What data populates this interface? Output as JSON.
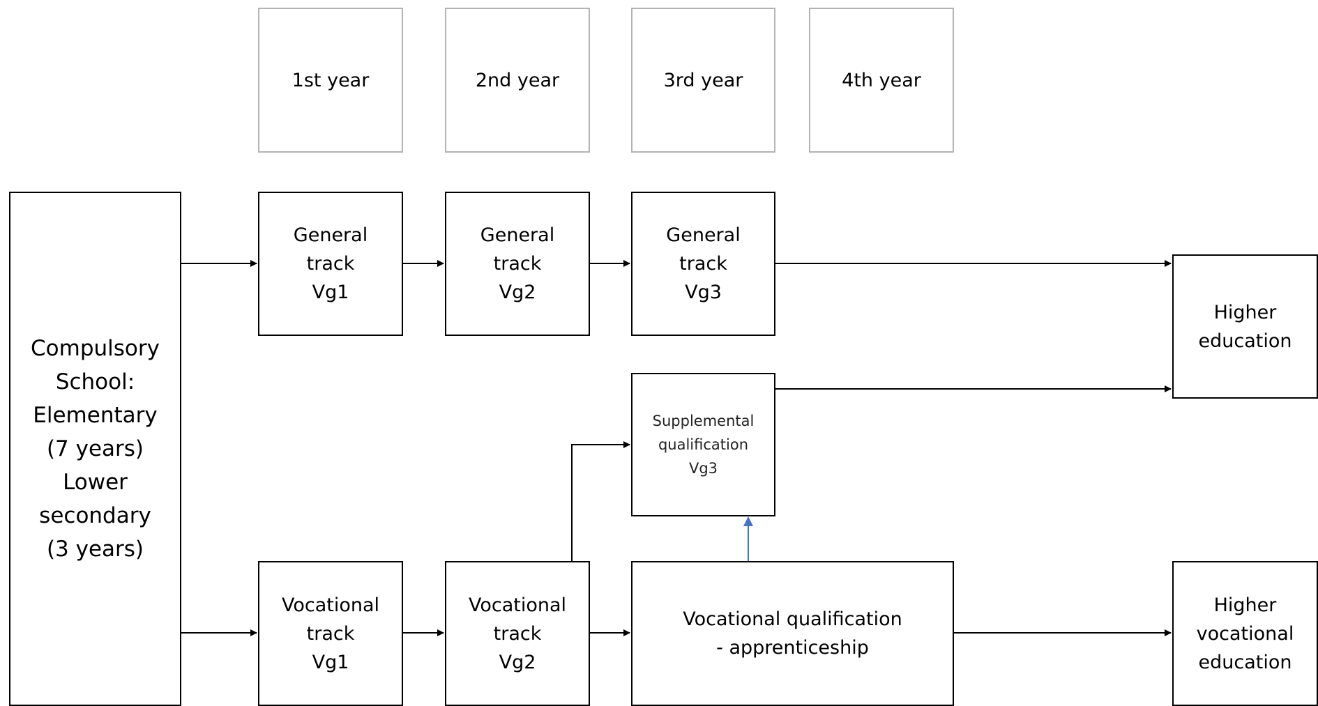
{
  "years": {
    "y1": "1st year",
    "y2": "2nd year",
    "y3": "3rd year",
    "y4": "4th year"
  },
  "nodes": {
    "compulsory": "Compulsory\nSchool:\nElementary\n(7 years)\nLower\nsecondary\n(3 years)",
    "general_vg1": "General\ntrack\nVg1",
    "general_vg2": "General\ntrack\nVg2",
    "general_vg3": "General\ntrack\nVg3",
    "supplemental": "Supplemental\nqualification\nVg3",
    "vocational_vg1": "Vocational\ntrack\nVg1",
    "vocational_vg2": "Vocational\ntrack\nVg2",
    "vocational_qualification": "Vocational qualification\n- apprenticeship",
    "higher_education": "Higher\neducation",
    "higher_vocational": "Higher\nvocational\neducation"
  },
  "colors": {
    "arrow": "#000000",
    "blue_arrow": "#4472c4",
    "year_border": "#b3b3b3"
  }
}
